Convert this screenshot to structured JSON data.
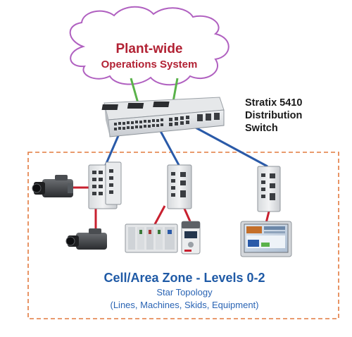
{
  "cloud": {
    "title_line1": "Plant-wide",
    "title_line2": "Operations System"
  },
  "distribution_switch": {
    "label_line1": "Stratix 5410",
    "label_line2": "Distribution",
    "label_line3": "Switch"
  },
  "zone": {
    "title": "Cell/Area Zone - Levels 0-2",
    "subtitle": "Star Topology",
    "caption": "(Lines, Machines, Skids, Equipment)"
  },
  "colors": {
    "cloud_text": "#b22234",
    "zone_title": "#1f5aa6",
    "zone_text": "#2a64b4",
    "zone_border": "#e27a3f",
    "uplink_green": "#5ab24a",
    "link_blue": "#2a5aa8",
    "link_red": "#c8202f"
  }
}
